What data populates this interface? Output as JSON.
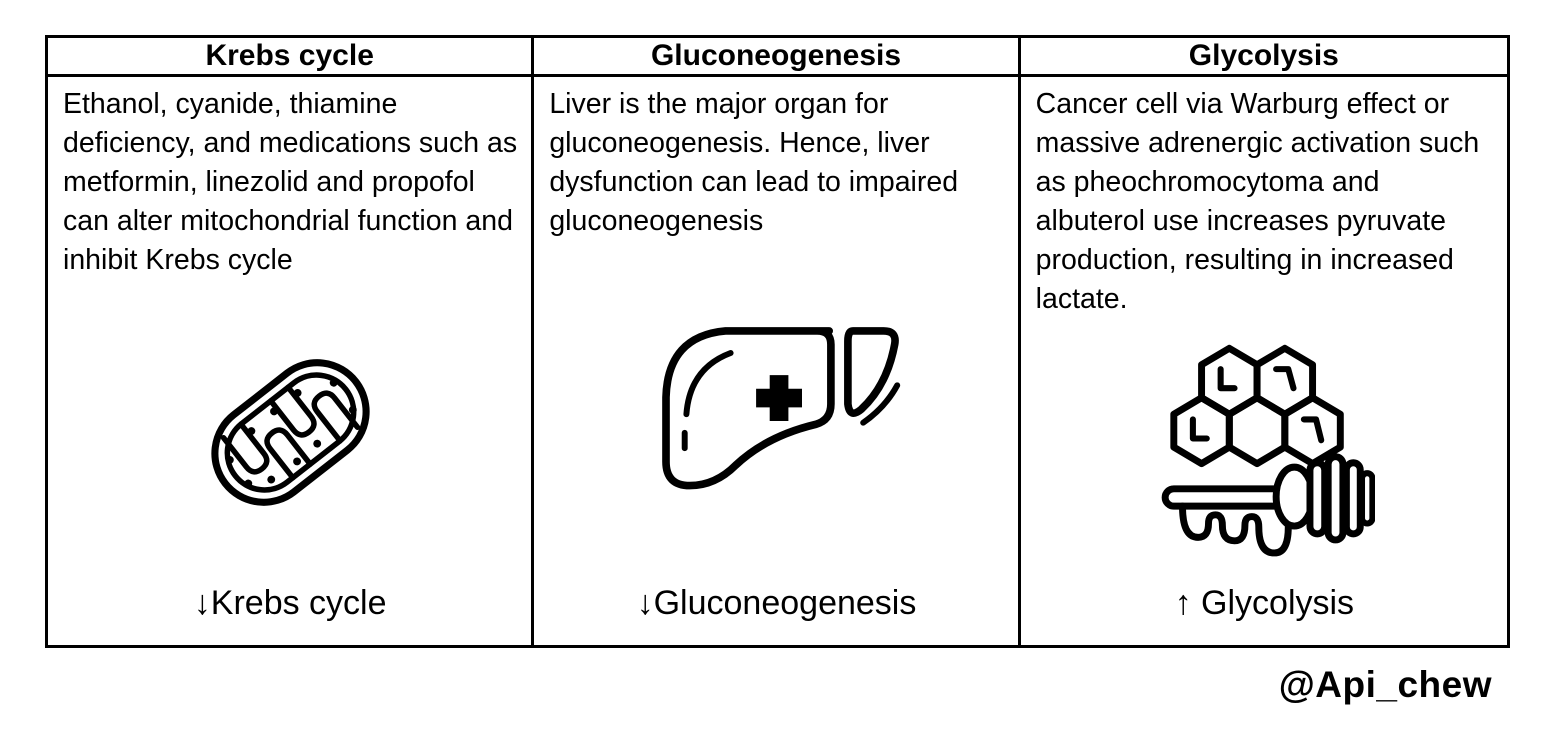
{
  "table": {
    "columns": [
      {
        "header": "Krebs cycle",
        "body": "Ethanol, cyanide, thiamine deficiency, and medications such as metformin, linezolid and propofol can alter mitochondrial function and inhibit Krebs cycle",
        "icon": "mitochondria-icon",
        "caption": "↓Krebs cycle"
      },
      {
        "header": "Gluconeogenesis",
        "body": "Liver is the major organ for gluconeogenesis. Hence, liver dysfunction can lead to impaired gluconeogenesis",
        "icon": "liver-with-cross-icon",
        "caption": "↓Gluconeogenesis"
      },
      {
        "header": "Glycolysis",
        "body": "Cancer cell via Warburg effect or massive adrenergic activation such as pheochromocytoma and albuterol use increases pyruvate production, resulting in increased lactate.",
        "icon": "honeycomb-honey-dipper-icon",
        "caption": "↑ Glycolysis"
      }
    ]
  },
  "watermark": "@Api_chew",
  "colors": {
    "ink": "#000000",
    "background": "#ffffff"
  }
}
